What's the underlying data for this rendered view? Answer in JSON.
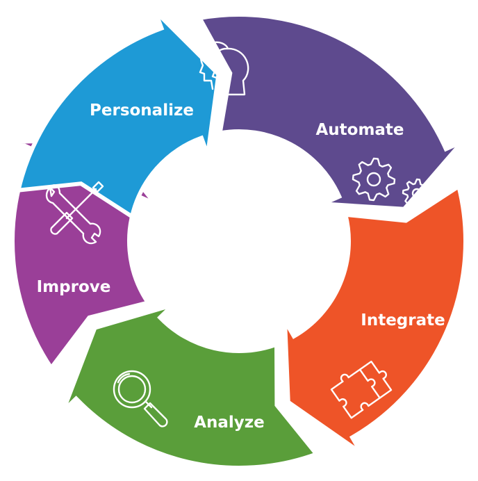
{
  "segments": [
    {
      "label": "Personalize",
      "color": "#1E9AD6",
      "icon": "two-heads-icon"
    },
    {
      "label": "Automate",
      "color": "#5E4A8E",
      "icon": "gears-icon"
    },
    {
      "label": "Integrate",
      "color": "#EE5428",
      "icon": "puzzle-pieces-icon"
    },
    {
      "label": "Analyze",
      "color": "#5A9E3A",
      "icon": "magnifying-glass-icon"
    },
    {
      "label": "Improve",
      "color": "#9A3F98",
      "icon": "wrench-screwdriver-icon"
    }
  ]
}
